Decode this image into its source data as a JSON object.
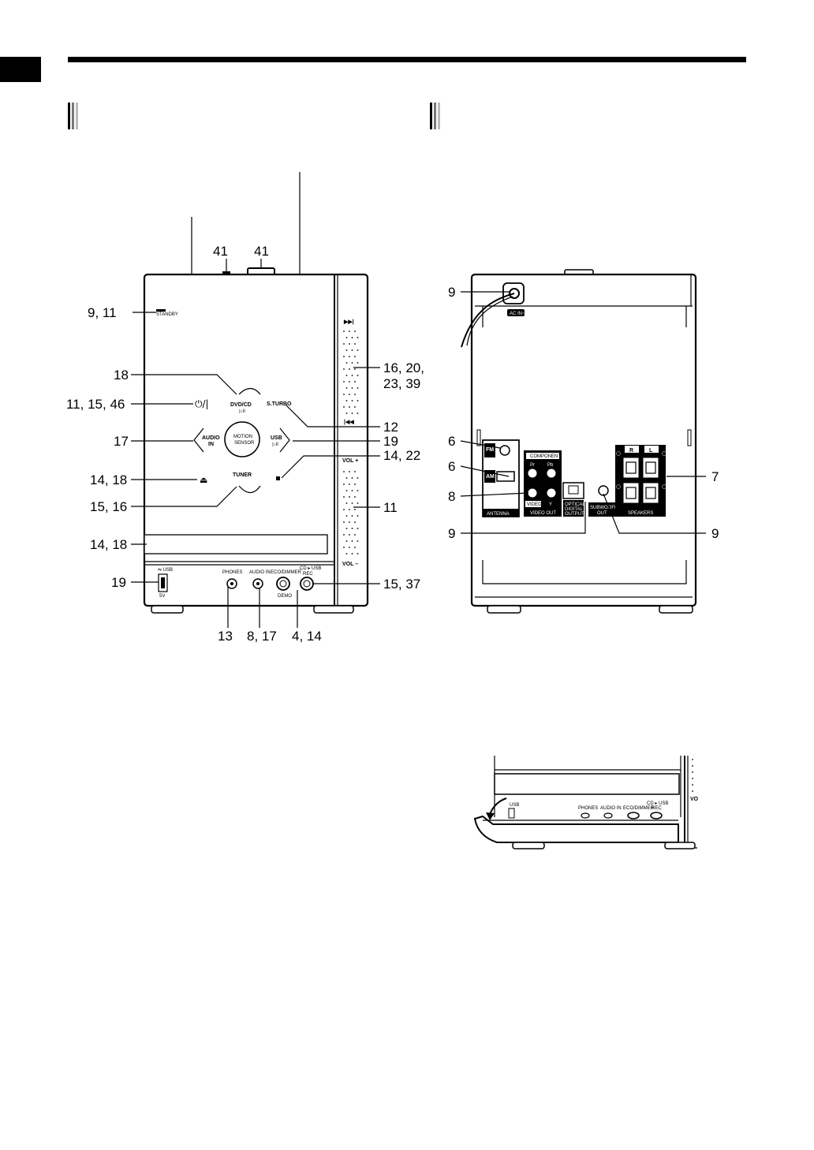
{
  "front_labels": {
    "top_left_41": "41",
    "top_right_41": "41",
    "standby": "9, 11",
    "dvdcd": "18",
    "power": "11, 15, 46",
    "audio_in_btn": "17",
    "eject": "14, 18",
    "tuner": "15, 16",
    "disc_tray": "14, 18",
    "usb_port": "19",
    "skip_fwd": "16, 20,",
    "skip_fwd_2": "23, 39",
    "sturbo": "12",
    "usb_btn": "19",
    "stop": "14, 22",
    "vol": "11",
    "cdusb_rec": "15, 37",
    "phones": "13",
    "audio_in_jack": "8, 17",
    "eco_dimmer": "4, 14"
  },
  "front_text": {
    "standby": "STANDBY",
    "dvdcd": "DVD/CD",
    "sturbo": "S.TURBO",
    "audio_in_1": "AUDIO",
    "audio_in_2": "IN",
    "motion_1": "MOTION",
    "motion_2": "SENSOR",
    "usb": "USB",
    "tuner": "TUNER",
    "vol_plus": "VOL +",
    "vol_minus": "VOL –",
    "usb_port_1": "USB",
    "usb_port_2": "5V",
    "phones": "PHONES",
    "audio_in_jack": "AUDIO IN",
    "eco_1": "ECO/DIMMER",
    "eco_2": "DEMO",
    "rec_1": "CD ▸ USB",
    "rec_2": "REC"
  },
  "rear_labels": {
    "ac": "9",
    "fm": "6",
    "am": "6",
    "video": "8",
    "optical": "9",
    "speakers": "7",
    "subwoofer": "9"
  },
  "rear_text": {
    "ac": "AC IN~",
    "fm": "FM",
    "am": "AM",
    "component": "COMPONENT",
    "pr": "Pr",
    "pb": "Pb",
    "y": "Y",
    "video": "VIDEO",
    "antenna": "ANTENNA",
    "video_out": "VIDEO OUT",
    "optical_1": "OPTICAL",
    "optical_2": "DIGITAL",
    "optical_3": "OUTPUT",
    "sub_1": "SUBWOOFER",
    "sub_2": "OUT",
    "r": "R",
    "l": "L",
    "speakers": "SPEAKERS"
  },
  "closeup_text": {
    "usb": "USB",
    "phones": "PHONES",
    "audio_in": "AUDIO IN",
    "eco": "ECO/DIMMER",
    "rec_1": "CD ▸ USB",
    "rec_2": "REC",
    "vol": "VO"
  }
}
